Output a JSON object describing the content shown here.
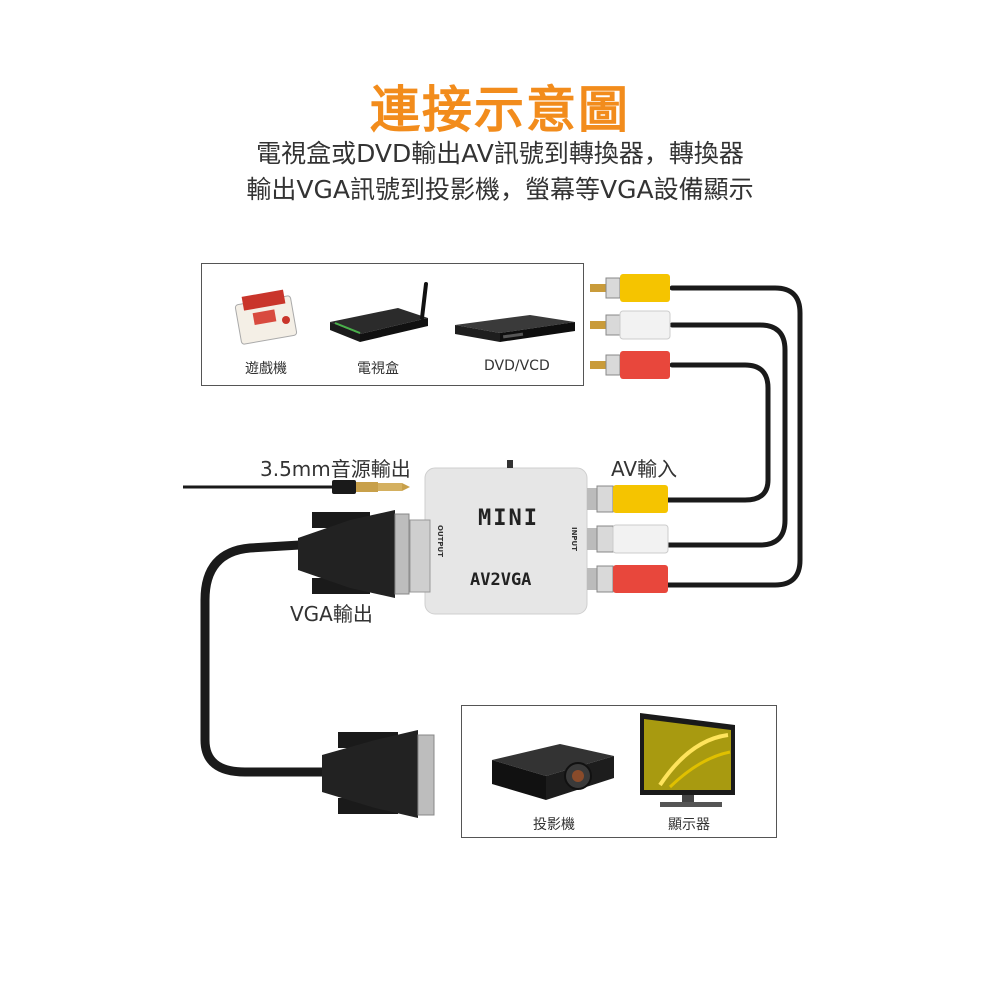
{
  "title": "連接示意圖",
  "subtitle_line1": "電視盒或DVD輸出AV訊號到轉換器，轉換器",
  "subtitle_line2": "輸出VGA訊號到投影機，螢幕等VGA設備顯示",
  "sources": {
    "game_console": "遊戲機",
    "tv_box": "電視盒",
    "dvd": "DVD/VCD"
  },
  "labels": {
    "audio_out": "3.5mm音源輸出",
    "av_in": "AV輸入",
    "vga_out": "VGA輸出"
  },
  "converter": {
    "brand": "MINI",
    "model": "AV2VGA",
    "output_port": "OUTPUT",
    "input_port": "INPUT"
  },
  "destinations": {
    "projector": "投影機",
    "monitor": "顯示器"
  },
  "colors": {
    "title": "#f28c1c",
    "rca_yellow": "#f5c400",
    "rca_white": "#f2f2f2",
    "rca_red": "#e8473c",
    "cable": "#1a1a1a",
    "converter_body": "#e6e6e6"
  }
}
